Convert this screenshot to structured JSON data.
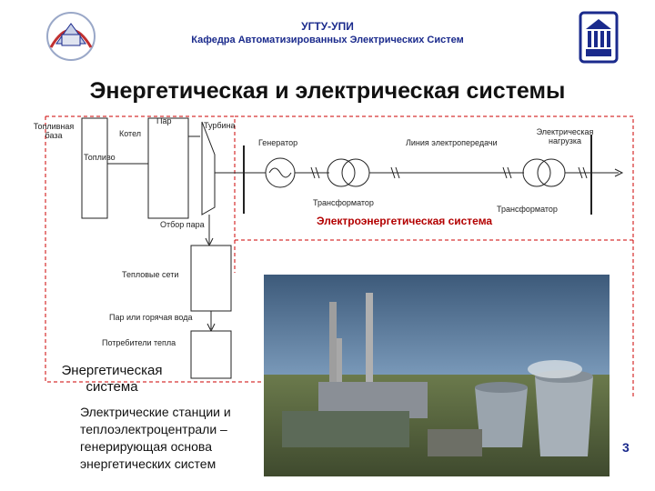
{
  "header": {
    "org": "УГТУ-УПИ",
    "department": "Кафедра Автоматизированных Электрических Систем"
  },
  "title": "Энергетическая и электрическая системы",
  "diagram": {
    "labels": {
      "fuel_base": "Топливная база",
      "boiler": "Котел",
      "steam": "Пар",
      "turbine": "Турбина",
      "generator": "Генератор",
      "power_line": "Линия электропередачи",
      "electric_load": "Электрическая нагрузка",
      "fuel": "Топливо",
      "transformer_1": "Трансформатор",
      "transformer_2": "Трансформатор",
      "steam_extraction": "Отбор пара",
      "electric_system": "Электроэнергетическая система",
      "heat_networks": "Тепловые сети",
      "steam_or_hot_water": "Пар или горячая вода",
      "heat_consumers": "Потребители тепла"
    }
  },
  "summary_label": "Энергетическая система",
  "footer_text": "Электрические станции и теплоэлектроцентрали – генерирующая основа энергетических систем",
  "page_number": "3",
  "colors": {
    "accent": "#1a2a8c",
    "dashed_border": "#cc0000",
    "label_red": "#b30000"
  }
}
